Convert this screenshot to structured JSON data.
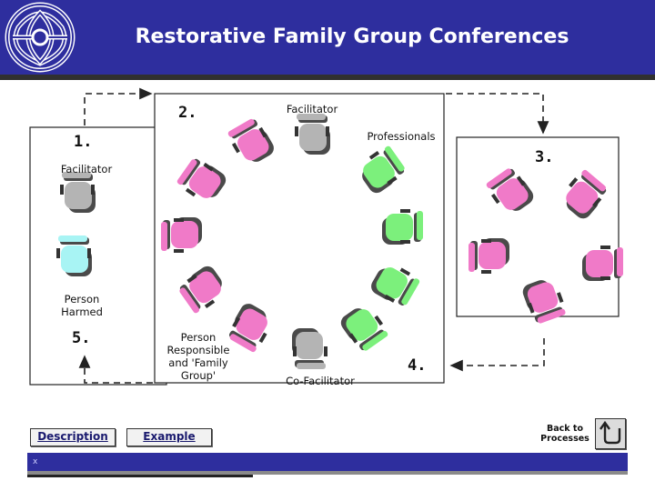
{
  "header": {
    "title": "Restorative Family Group Conferences"
  },
  "steps": {
    "one": "1.",
    "two": "2.",
    "three": "3.",
    "four": "4.",
    "five": "5."
  },
  "labels": {
    "facilitator_left": "Facilitator",
    "person_harmed": "Person\nHarmed",
    "facilitator_top": "Facilitator",
    "professionals": "Professionals",
    "person_responsible": "Person\nResponsible\nand 'Family\nGroup'",
    "co_facilitator": "Co-Facilitator"
  },
  "buttons": {
    "description": "Description",
    "example": "Example",
    "back": "Back to\nProcesses"
  },
  "footer": {
    "mark": "x"
  },
  "colors": {
    "header": "#2e2e9e",
    "family": "#f07ac8",
    "professional": "#7cf07c",
    "facilitator": "#b4b4b4",
    "harmed": "#a8f4f4"
  },
  "icons": {
    "logo": "celtic-knot-logo",
    "back": "return-arrow-icon"
  }
}
